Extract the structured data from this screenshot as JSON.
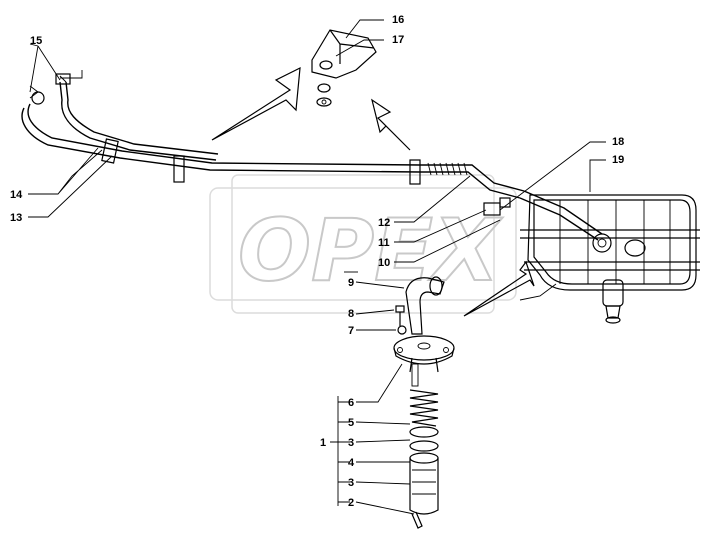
{
  "watermark": "OPEX",
  "callouts": {
    "c1": "1",
    "c2": "2",
    "c3a": "3",
    "c3b": "3",
    "c4": "4",
    "c5": "5",
    "c6": "6",
    "c7": "7",
    "c8": "8",
    "c9": "9",
    "c10": "10",
    "c11": "11",
    "c12": "12",
    "c13": "13",
    "c14": "14",
    "c15": "15",
    "c16": "16",
    "c17": "17",
    "c18": "18",
    "c19": "19"
  }
}
